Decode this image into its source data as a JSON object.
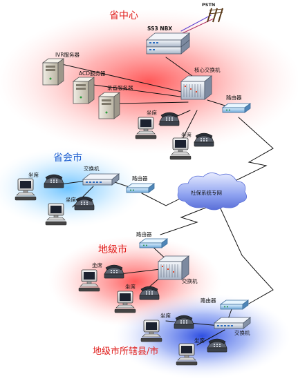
{
  "colors": {
    "title_red": "#e0201e",
    "title_blue": "#1f5fd0",
    "link_line": "#111111",
    "pstn_line_1": "#5b3fd0",
    "pstn_line_2": "#b03060"
  },
  "regions": {
    "province_center": {
      "title": "省中心",
      "pstn_label": "PSTN",
      "ss3_label": "SS3 NBX",
      "ivr_label": "IVR服务器",
      "acd_label": "ACD服务器",
      "recording_label": "录音服务器",
      "core_switch_label": "核心交换机",
      "router_label": "路由器",
      "seat1_label": "坐席",
      "seat2_label": "坐席"
    },
    "provincial_city": {
      "title": "省会市",
      "seat1_label": "坐席",
      "seat2_label": "坐席",
      "switch_label": "交换机",
      "router_label": "路由器"
    },
    "network": {
      "label": "社保系统专网"
    },
    "prefecture_city": {
      "title": "地级市",
      "router_label": "路由器",
      "seat1_label": "坐席",
      "seat2_label": "坐席",
      "switch_label": "交换机"
    },
    "county": {
      "title": "地级市所辖县/市",
      "router_label": "路由器",
      "seat1_label": "坐席",
      "seat2_label": "坐席",
      "switch_label": "交换机"
    }
  }
}
